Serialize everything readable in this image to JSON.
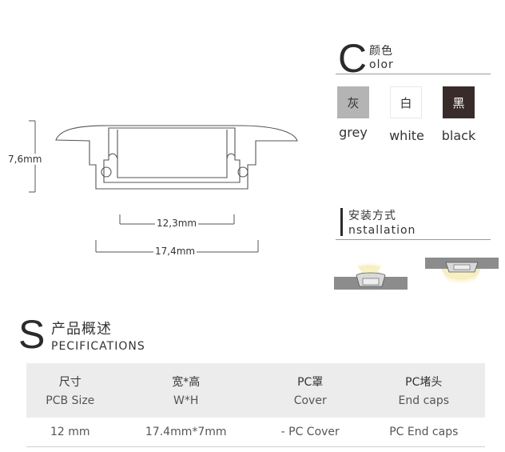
{
  "drawing": {
    "height_dim": "7,6mm",
    "inner_width_dim": "12,3mm",
    "outer_width_dim": "17,4mm"
  },
  "color_section": {
    "letter": "C",
    "title_cn": "颜色",
    "title_en": "olor",
    "swatches": [
      {
        "cn": "灰",
        "en": "grey",
        "fill": "#b4b4b4",
        "text_color": "#333333"
      },
      {
        "cn": "白",
        "en": "white",
        "fill": "#ffffff",
        "text_color": "#333333"
      },
      {
        "cn": "黑",
        "en": "black",
        "fill": "#3a2b2b",
        "text_color": "#ffffff"
      }
    ]
  },
  "installation_section": {
    "letter": "I",
    "title_cn": "安装方式",
    "title_en": "nstallation"
  },
  "spec_section": {
    "letter": "S",
    "title_cn": "产品概述",
    "title_en": "PECIFICATIONS"
  },
  "spec_table": {
    "headers": [
      {
        "cn": "尺寸",
        "en": "PCB Size"
      },
      {
        "cn": "宽*高",
        "en": "W*H"
      },
      {
        "cn": "PC罩",
        "en": "Cover"
      },
      {
        "cn": "PC堵头",
        "en": "End caps"
      }
    ],
    "row": [
      "12 mm",
      "17.4mm*7mm",
      "- PC Cover",
      "PC End caps"
    ]
  }
}
